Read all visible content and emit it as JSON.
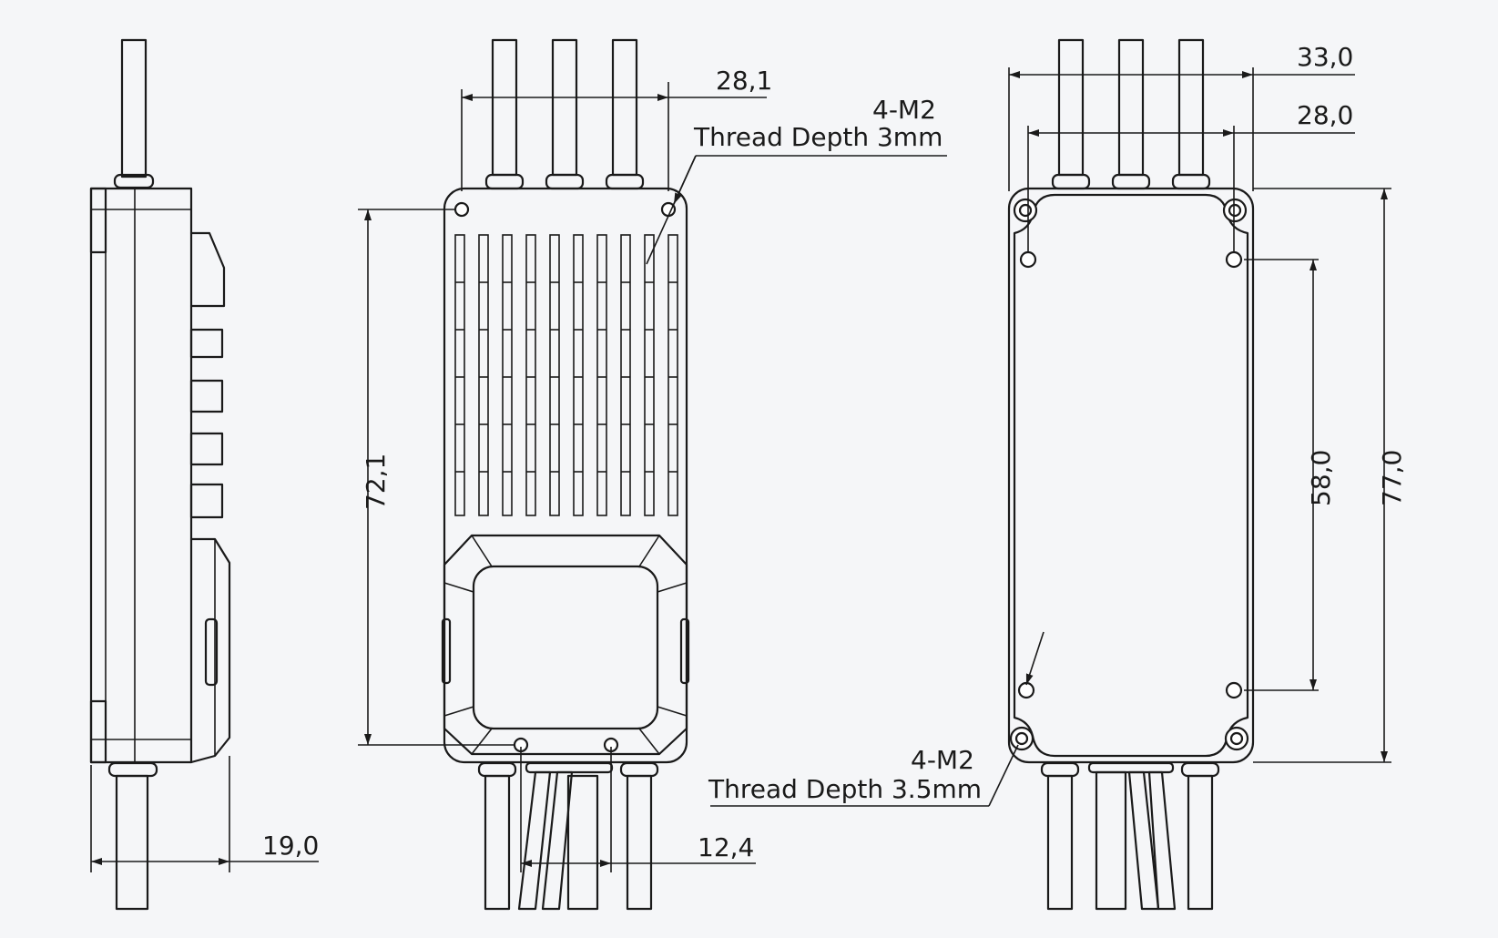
{
  "colors": {
    "background": "#f5f6f8",
    "line": "#1a1a1a"
  },
  "dimensions": {
    "side_thickness": "19,0",
    "front_hole_spacing": "28,1",
    "front_height": "72,1",
    "bottom_hole_spacing": "12,4",
    "rear_width": "33,0",
    "rear_hole_spacing": "28,0",
    "rear_hole_pitch": "58,0",
    "rear_height": "77,0"
  },
  "callouts": {
    "front_thread": {
      "line1": "4-M2",
      "line2": "Thread Depth 3mm"
    },
    "rear_thread": {
      "line1": "4-M2",
      "line2": "Thread Depth 3.5mm"
    }
  }
}
